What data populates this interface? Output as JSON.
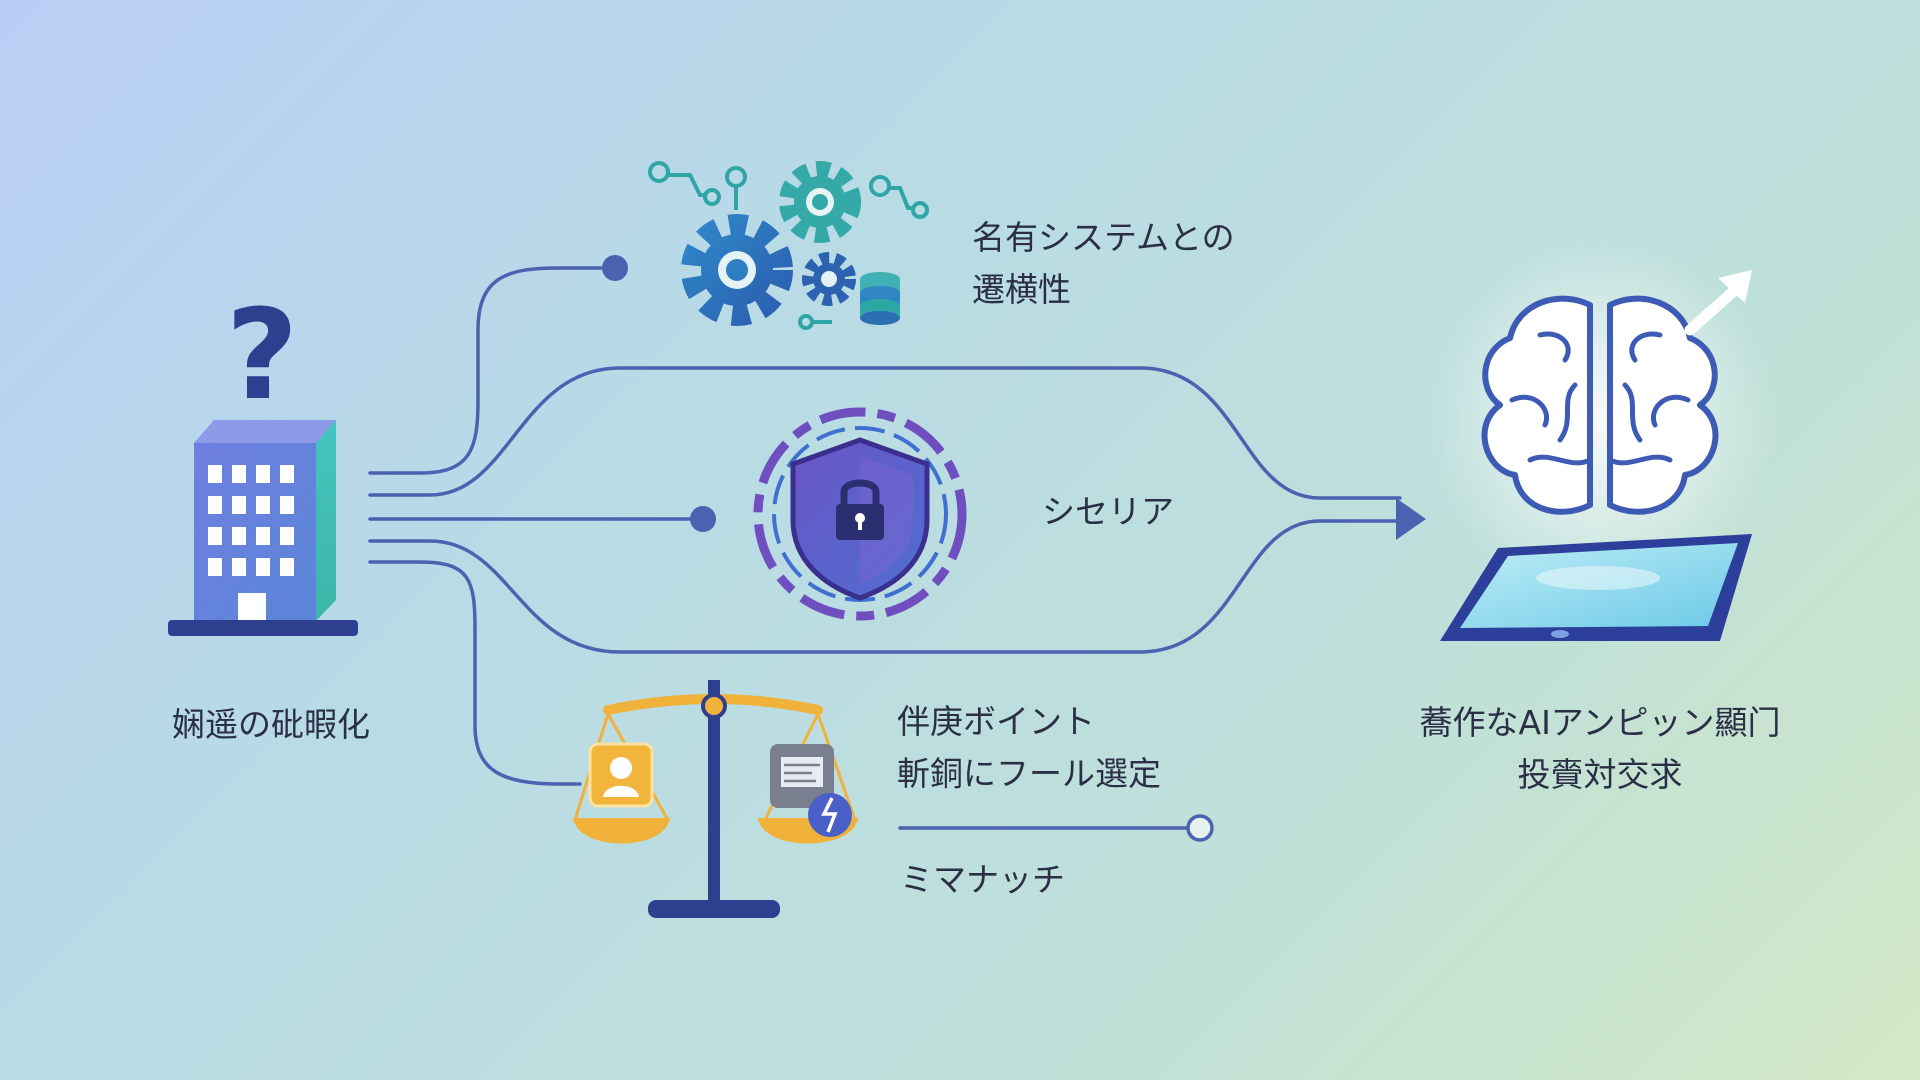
{
  "source_node": {
    "label": "娴遥の砒暇化",
    "icon": "building-question-icon"
  },
  "branches": [
    {
      "id": "integration",
      "icon": "gears-database-icon",
      "lines": [
        "名有システムとの",
        "遷横性"
      ]
    },
    {
      "id": "security",
      "icon": "shield-lock-icon",
      "lines": [
        "シセリア"
      ]
    },
    {
      "id": "balance",
      "icon": "scale-icon",
      "lines": [
        "伴庚ボイント",
        "斬銅にフール選定"
      ],
      "extra_line": "ミマナッチ"
    }
  ],
  "target_node": {
    "icon": "brain-tablet-icon",
    "lines": [
      "蕎作なAIアンピッン顯门",
      "投賫対交求"
    ]
  },
  "colors": {
    "line": "#4a62b0",
    "navy": "#2f3f8f",
    "teal": "#2ea6a6",
    "blue": "#2f6db3",
    "purple": "#6f4fc0",
    "gold": "#f0b23a",
    "brain_outline": "#3d5bb5"
  }
}
